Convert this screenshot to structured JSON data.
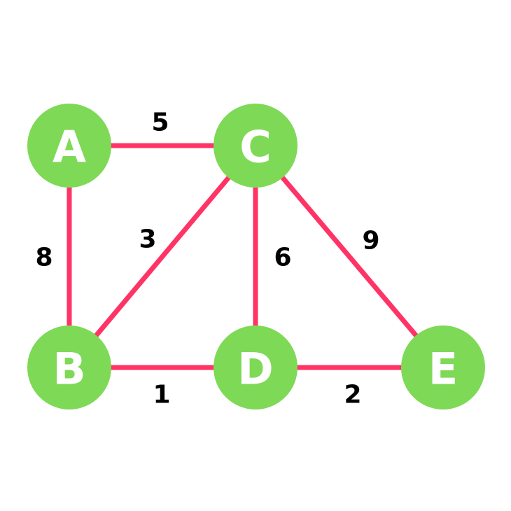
{
  "colors": {
    "node_fill": "#7ed957",
    "edge_stroke": "#ff3366",
    "node_label": "#ffffff",
    "weight_label": "#000000",
    "background": "#ffffff"
  },
  "nodes": [
    {
      "id": "A",
      "label": "A"
    },
    {
      "id": "B",
      "label": "B"
    },
    {
      "id": "C",
      "label": "C"
    },
    {
      "id": "D",
      "label": "D"
    },
    {
      "id": "E",
      "label": "E"
    }
  ],
  "edges": [
    {
      "from": "A",
      "to": "C",
      "weight": "5"
    },
    {
      "from": "A",
      "to": "B",
      "weight": "8"
    },
    {
      "from": "B",
      "to": "C",
      "weight": "3"
    },
    {
      "from": "C",
      "to": "D",
      "weight": "6"
    },
    {
      "from": "C",
      "to": "E",
      "weight": "9"
    },
    {
      "from": "B",
      "to": "D",
      "weight": "1"
    },
    {
      "from": "D",
      "to": "E",
      "weight": "2"
    }
  ]
}
